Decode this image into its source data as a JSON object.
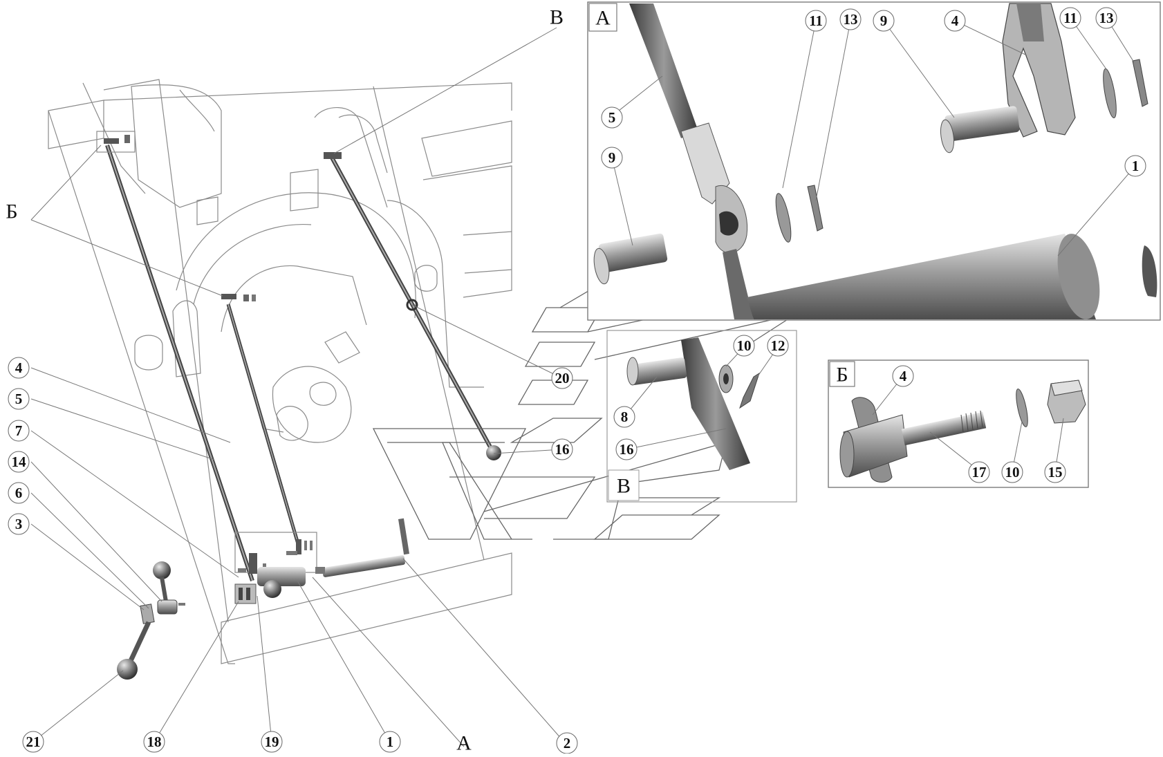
{
  "views": {
    "a_label": "А",
    "b_label": "Б",
    "v_label": "В"
  },
  "callouts": {
    "n1": "1",
    "n2": "2",
    "n3": "3",
    "n4": "4",
    "n5": "5",
    "n6": "6",
    "n7": "7",
    "n8": "8",
    "n9": "9",
    "n10": "10",
    "n11": "11",
    "n12": "12",
    "n13": "13",
    "n14": "14",
    "n15": "15",
    "n16": "16",
    "n17": "17",
    "n18": "18",
    "n19": "19",
    "n20": "20",
    "n21": "21"
  },
  "colors": {
    "line_art": "#8a8a8a",
    "part_dark": "#555555",
    "part_light": "#c8c8c8",
    "background": "#ffffff"
  }
}
